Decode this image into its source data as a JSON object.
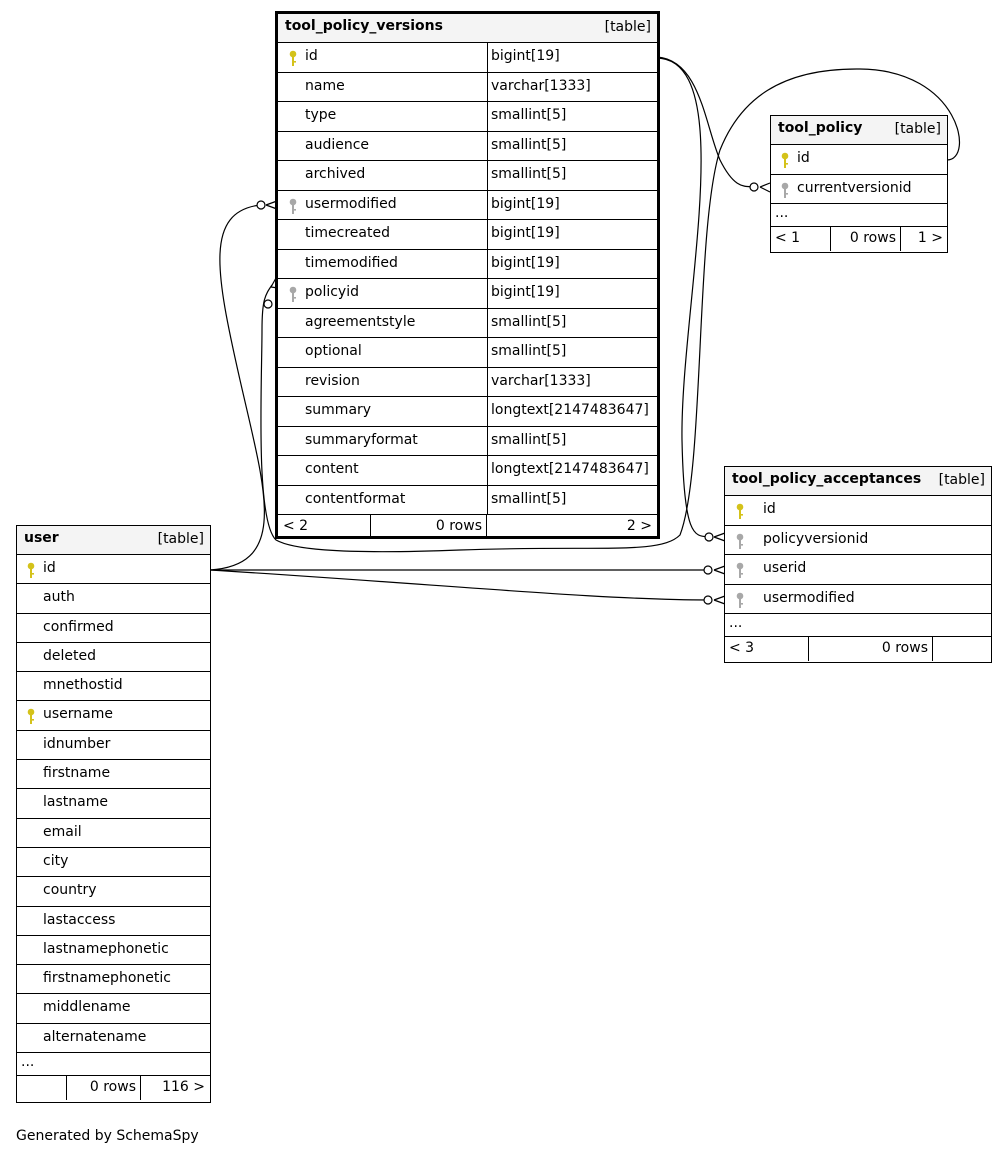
{
  "footer_text": "Generated by SchemaSpy",
  "tables": {
    "tool_policy_versions": {
      "name": "tool_policy_versions",
      "tag": "[table]",
      "columns": [
        {
          "name": "id",
          "type": "bigint[19]",
          "key": "primary"
        },
        {
          "name": "name",
          "type": "varchar[1333]",
          "key": ""
        },
        {
          "name": "type",
          "type": "smallint[5]",
          "key": ""
        },
        {
          "name": "audience",
          "type": "smallint[5]",
          "key": ""
        },
        {
          "name": "archived",
          "type": "smallint[5]",
          "key": ""
        },
        {
          "name": "usermodified",
          "type": "bigint[19]",
          "key": "foreign"
        },
        {
          "name": "timecreated",
          "type": "bigint[19]",
          "key": ""
        },
        {
          "name": "timemodified",
          "type": "bigint[19]",
          "key": ""
        },
        {
          "name": "policyid",
          "type": "bigint[19]",
          "key": "foreign"
        },
        {
          "name": "agreementstyle",
          "type": "smallint[5]",
          "key": ""
        },
        {
          "name": "optional",
          "type": "smallint[5]",
          "key": ""
        },
        {
          "name": "revision",
          "type": "varchar[1333]",
          "key": ""
        },
        {
          "name": "summary",
          "type": "longtext[2147483647]",
          "key": ""
        },
        {
          "name": "summaryformat",
          "type": "smallint[5]",
          "key": ""
        },
        {
          "name": "content",
          "type": "longtext[2147483647]",
          "key": ""
        },
        {
          "name": "contentformat",
          "type": "smallint[5]",
          "key": ""
        }
      ],
      "footer": {
        "parents": "< 2",
        "rows": "0 rows",
        "children": "2 >"
      }
    },
    "tool_policy": {
      "name": "tool_policy",
      "tag": "[table]",
      "columns": [
        {
          "name": "id",
          "key": "primary"
        },
        {
          "name": "currentversionid",
          "key": "foreign"
        }
      ],
      "ellipsis": "...",
      "footer": {
        "parents": "< 1",
        "rows": "0 rows",
        "children": "1 >"
      }
    },
    "tool_policy_acceptances": {
      "name": "tool_policy_acceptances",
      "tag": "[table]",
      "columns": [
        {
          "name": "id",
          "key": "primary"
        },
        {
          "name": "policyversionid",
          "key": "foreign"
        },
        {
          "name": "userid",
          "key": "foreign"
        },
        {
          "name": "usermodified",
          "key": "foreign"
        }
      ],
      "ellipsis": "...",
      "footer": {
        "parents": "< 3",
        "rows": "0 rows",
        "children": ""
      }
    },
    "user": {
      "name": "user",
      "tag": "[table]",
      "columns": [
        {
          "name": "id",
          "key": "primary"
        },
        {
          "name": "auth",
          "key": ""
        },
        {
          "name": "confirmed",
          "key": ""
        },
        {
          "name": "deleted",
          "key": ""
        },
        {
          "name": "mnethostid",
          "key": ""
        },
        {
          "name": "username",
          "key": "primary"
        },
        {
          "name": "idnumber",
          "key": ""
        },
        {
          "name": "firstname",
          "key": ""
        },
        {
          "name": "lastname",
          "key": ""
        },
        {
          "name": "email",
          "key": ""
        },
        {
          "name": "city",
          "key": ""
        },
        {
          "name": "country",
          "key": ""
        },
        {
          "name": "lastaccess",
          "key": ""
        },
        {
          "name": "lastnamephonetic",
          "key": ""
        },
        {
          "name": "firstnamephonetic",
          "key": ""
        },
        {
          "name": "middlename",
          "key": ""
        },
        {
          "name": "alternatename",
          "key": ""
        }
      ],
      "ellipsis": "...",
      "footer": {
        "parents": "",
        "rows": "0 rows",
        "children": "116 >"
      }
    }
  },
  "colors": {
    "primary_key": "#d4c21a",
    "foreign_key": "#a8a8a8",
    "header_bg": "#f4f4f4",
    "line": "#000000"
  }
}
